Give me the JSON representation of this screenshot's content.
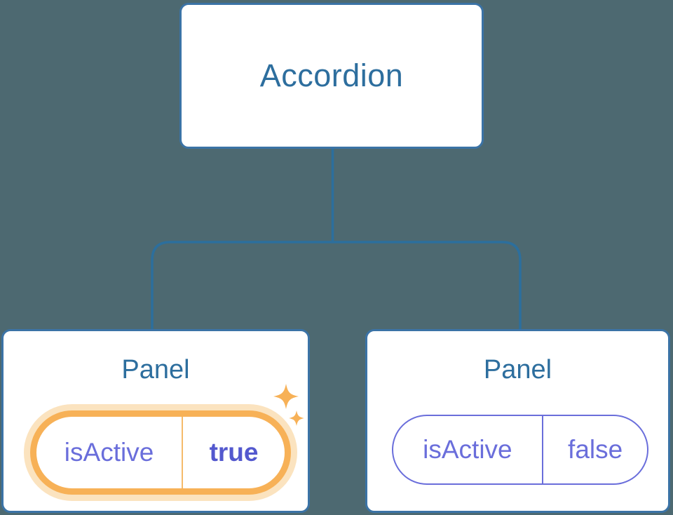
{
  "diagram": {
    "root": {
      "label": "Accordion"
    },
    "panels": [
      {
        "title": "Panel",
        "state_key": "isActive",
        "state_value": "true",
        "highlighted": true
      },
      {
        "title": "Panel",
        "state_key": "isActive",
        "state_value": "false",
        "highlighted": false
      }
    ]
  },
  "icons": {
    "sparkle": "sparkle-icon"
  },
  "colors": {
    "background": "#4D6971",
    "box_fill": "#FFFFFF",
    "box_border": "#3B73A6",
    "connector": "#2C6F9D",
    "heading_text": "#2D6E9E",
    "state_text": "#6A6EDB",
    "state_text_bold": "#5358CE",
    "state_border": "#6A6EDB",
    "highlight": "#F7B157",
    "highlight_halo": "#FBE3BF",
    "highlight_divider": "#F5BA6A"
  }
}
